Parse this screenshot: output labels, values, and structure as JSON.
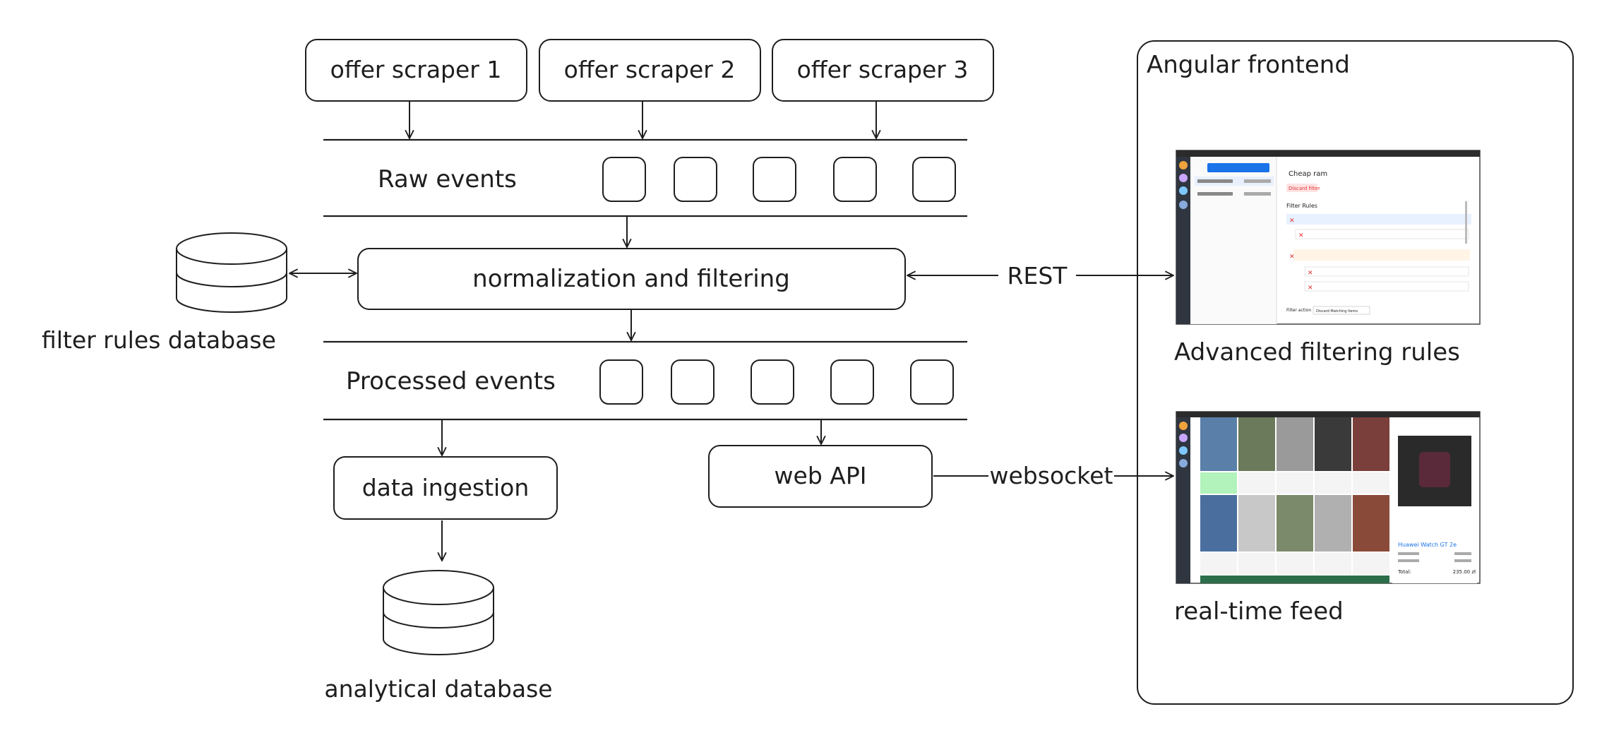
{
  "diagram": {
    "nodes": {
      "scraper_1": "offer scraper 1",
      "scraper_2": "offer scraper 2",
      "scraper_3": "offer scraper 3",
      "normalization": "normalization and filtering",
      "data_ingestion": "data ingestion",
      "web_api": "web API"
    },
    "queues": {
      "raw": "Raw events",
      "processed": "Processed events"
    },
    "databases": {
      "filter_rules": "filter rules database",
      "analytical": "analytical database"
    },
    "edges": {
      "rest": "REST",
      "websocket": "websocket"
    },
    "frontend": {
      "title": "Angular frontend",
      "screenshot_1_caption": "Advanced filtering rules",
      "screenshot_2_caption": "real-time feed",
      "filter_screen": {
        "filter_name": "Cheap ram",
        "discard_button": "Discard filter",
        "rules_heading": "Filter Rules",
        "action_label": "Filter action",
        "action_value": "Discard Matching Items"
      },
      "feed_screen": {
        "detail_title": "Huawei Watch GT 2e",
        "total_label": "Total:",
        "total_value": "235.00 zł"
      }
    },
    "colors": {
      "stroke": "#1e1e1e",
      "accent_blue": "#1a73e8",
      "discard_red": "#e03131"
    }
  }
}
